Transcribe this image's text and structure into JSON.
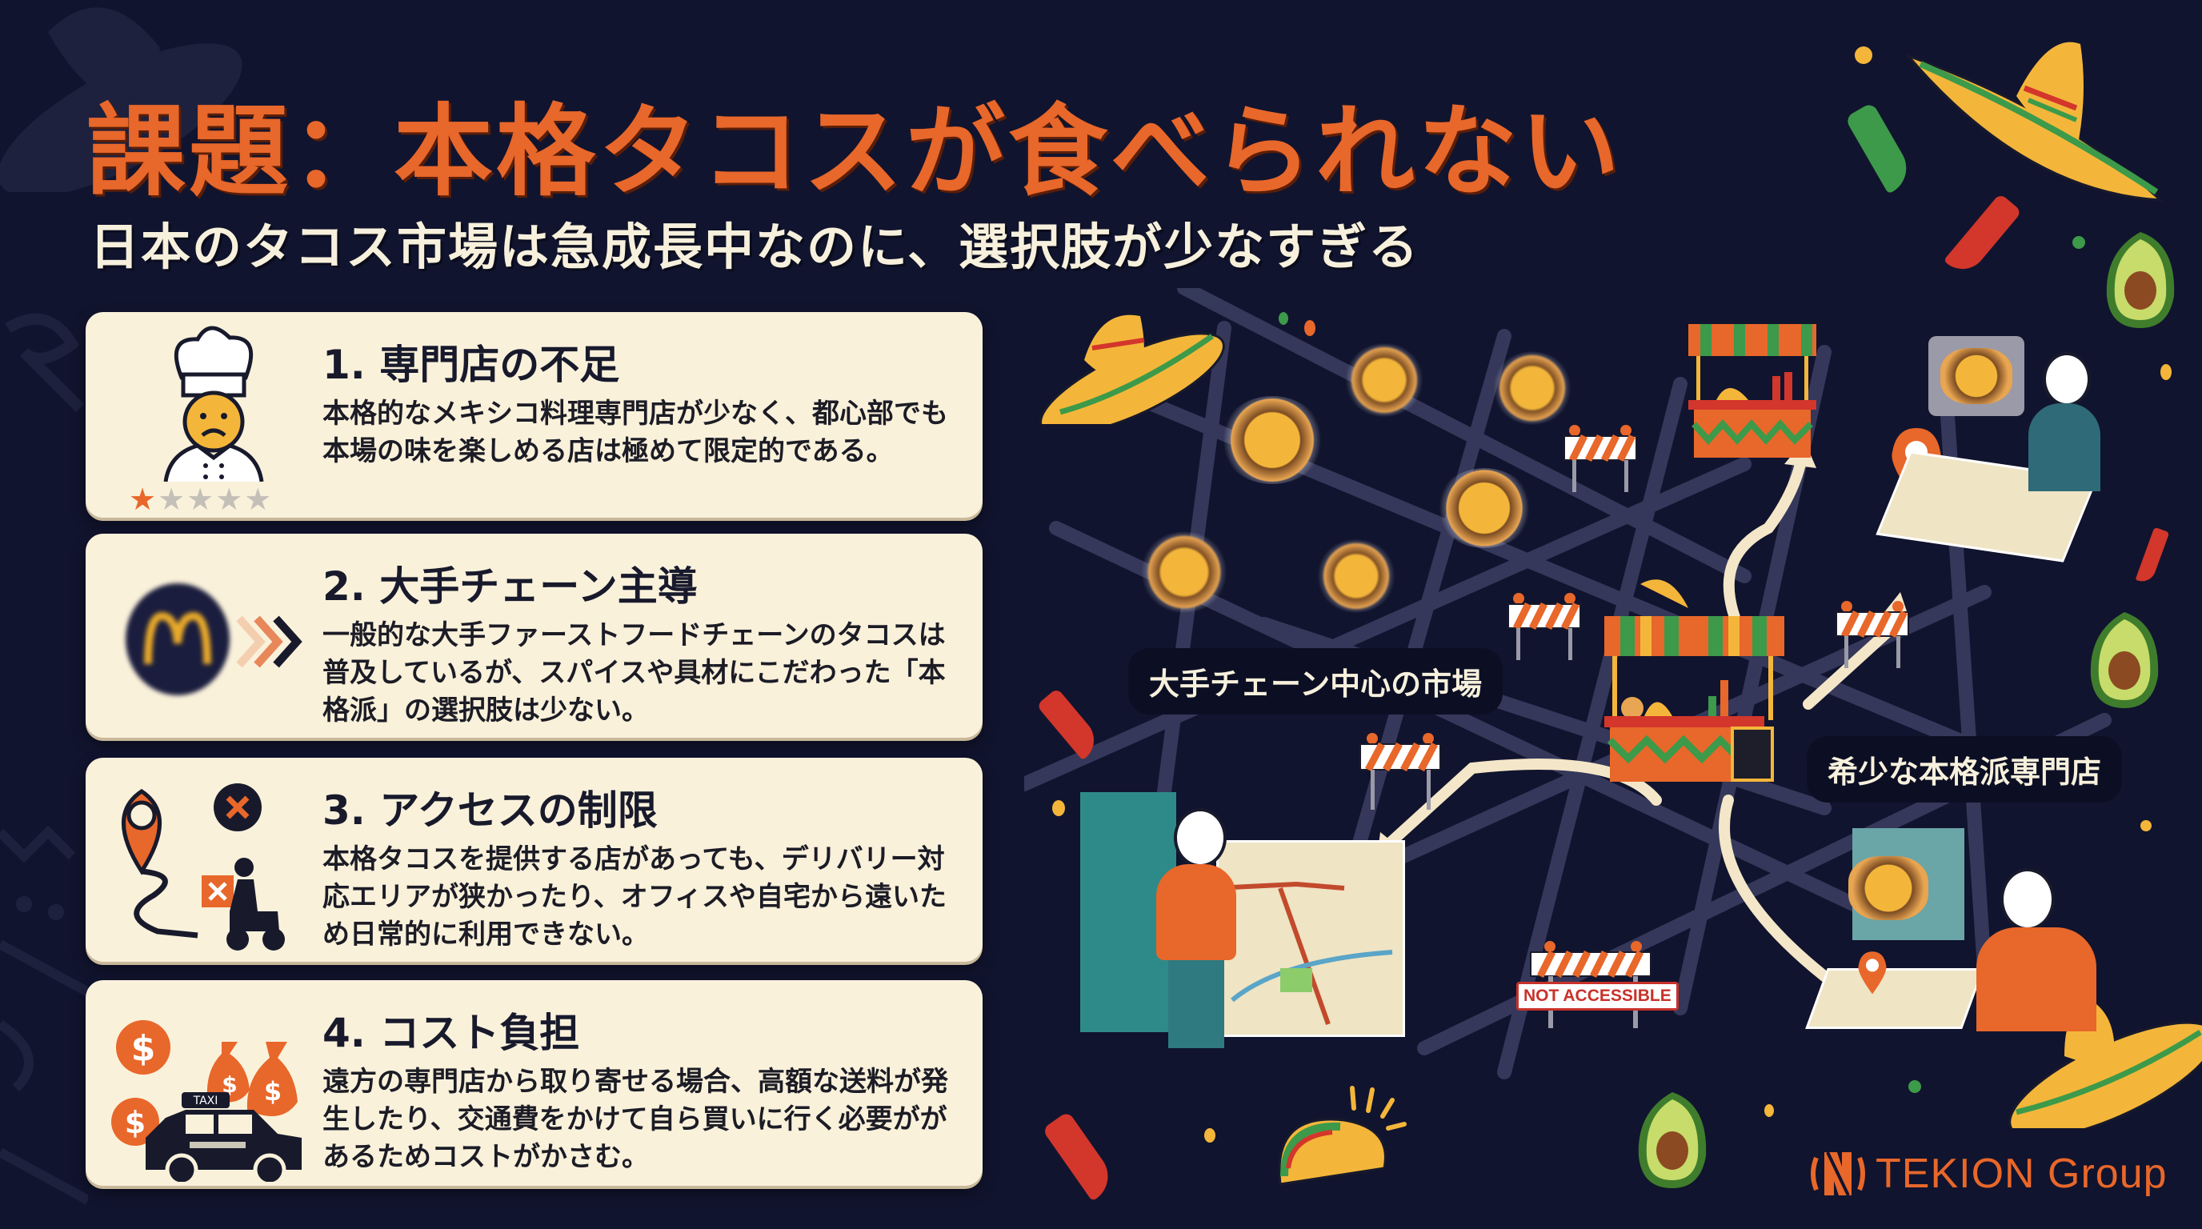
{
  "header": {
    "title": "課題：本格タコスが食べられない",
    "subtitle": "日本のタコス市場は急成長中なのに、選択肢が少なすぎる"
  },
  "cards": [
    {
      "number": "1.",
      "title": "1. 専門店の不足",
      "body": "本格的なメキシコ料理専門店が少なく、都心部でも本場の味を楽しめる店は極めて限定的である。",
      "icon": "sad-chef-icon",
      "rating": {
        "filled": 1,
        "total": 5
      }
    },
    {
      "number": "2.",
      "title": "2. 大手チェーン主導",
      "body": "一般的な大手ファーストフードチェーンのタコスは普及しているが、スパイスや具材にこだわった「本格派」の選択肢は少ない。",
      "icon": "fast-food-chain-logo-icon"
    },
    {
      "number": "3.",
      "title": "3. アクセスの制限",
      "body": "本格タコスを提供する店があっても、デリバリー対応エリアが狭かったり、オフィスや自宅から遠いため日常的に利用できない。",
      "icon": "delivery-restricted-icon"
    },
    {
      "number": "4.",
      "title": "4. コスト負担",
      "body": "遠方の専門店から取り寄せる場合、高額な送料が発生したり、交通費をかけて自ら買いに行く必要ががあるためコストがかさむ。",
      "icon": "taxi-cost-icon",
      "taxi_sign": "TAXI",
      "currency_symbol": "$"
    }
  ],
  "illustration": {
    "label_chain_market": "大手チェーン中心の市場",
    "label_rare_specialty": "希少な本格派専門店",
    "barrier_sign": "NOT ACCESSIBLE"
  },
  "brand": {
    "name": "TEKION Group",
    "mark": "N"
  },
  "colors": {
    "background": "#11142e",
    "accent_orange": "#e8672a",
    "card_bg": "#faf1db",
    "text_light": "#f7f0dc",
    "text_dark": "#181a2c",
    "taco_yellow": "#f4b63a",
    "green": "#3c9a4a",
    "red": "#d3362b"
  }
}
